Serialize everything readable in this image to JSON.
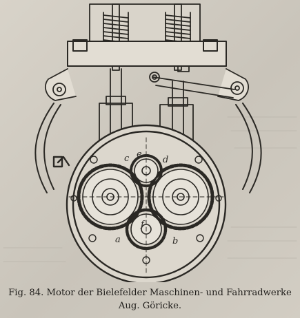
{
  "figure": {
    "labels": {
      "c": "c",
      "e": "e",
      "d": "d",
      "f": "f",
      "a": "a",
      "b": "b"
    }
  },
  "caption": {
    "line1": "Fig. 84.  Motor der Bielefelder Maschinen- und Fahrradwerke",
    "line2": "Aug. Göricke."
  },
  "colors": {
    "paper": "#cfcac0",
    "ink": "#2a2824",
    "fill_light": "#e6e2d9"
  }
}
